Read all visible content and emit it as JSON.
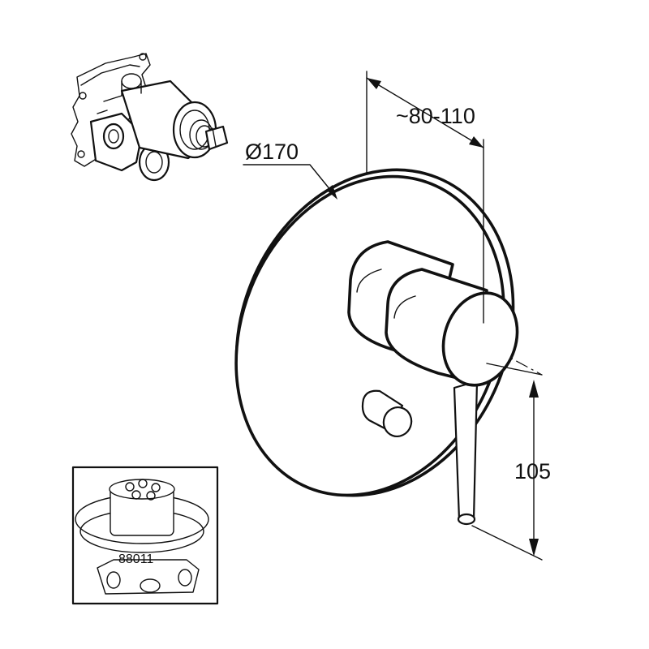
{
  "dimensions": {
    "plate_diameter": "Ø170",
    "projection": "~80-110",
    "height": "105"
  },
  "inset": {
    "part_number": "88011"
  }
}
